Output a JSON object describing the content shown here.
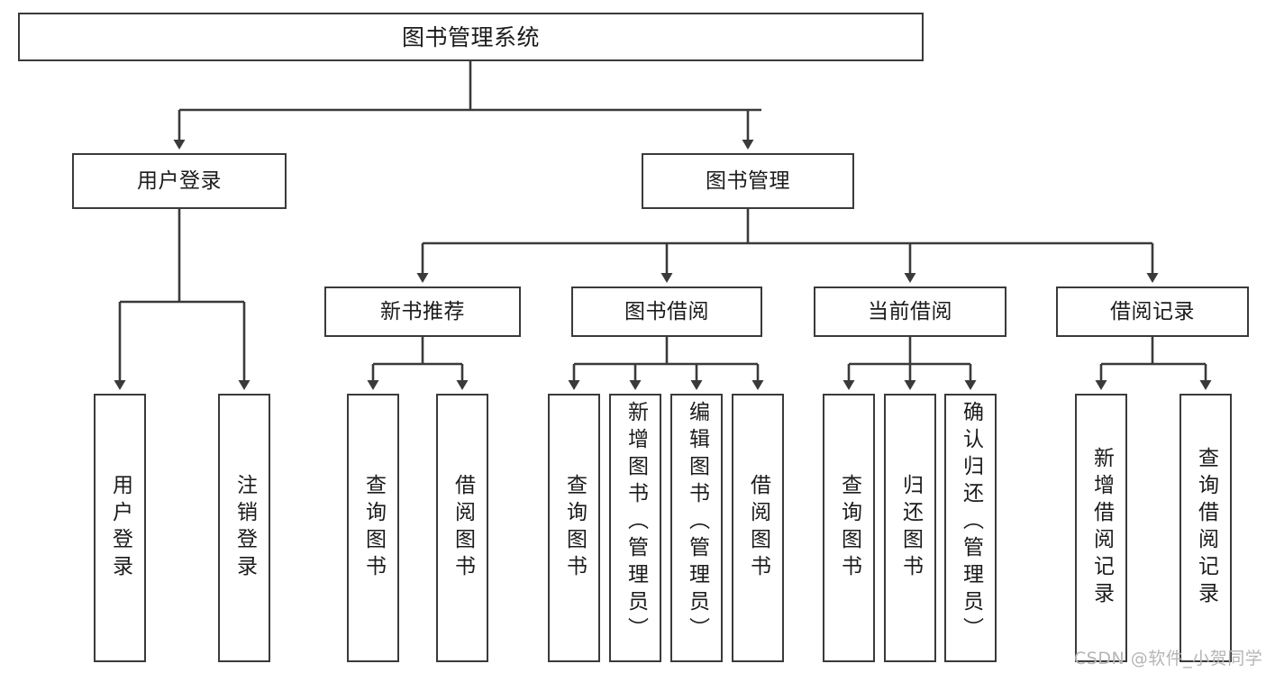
{
  "diagram": {
    "type": "tree-hierarchy",
    "title": "图书管理系统",
    "nodes": {
      "root": {
        "label": "图书管理系统"
      },
      "level2": [
        {
          "label": "用户登录"
        },
        {
          "label": "图书管理"
        }
      ],
      "level3": [
        {
          "label": "新书推荐"
        },
        {
          "label": "图书借阅"
        },
        {
          "label": "当前借阅"
        },
        {
          "label": "借阅记录"
        }
      ],
      "leaves": {
        "user_login": [
          {
            "label": "用户登录"
          },
          {
            "label": "注销登录"
          }
        ],
        "new_book_recommend": [
          {
            "label": "查询图书"
          },
          {
            "label": "借阅图书"
          }
        ],
        "book_borrow": [
          {
            "label": "查询图书"
          },
          {
            "label": "新增图书（管理员）"
          },
          {
            "label": "编辑图书（管理员）"
          },
          {
            "label": "借阅图书"
          }
        ],
        "current_borrow": [
          {
            "label": "查询图书"
          },
          {
            "label": "归还图书"
          },
          {
            "label": "确认归还（管理员）"
          }
        ],
        "borrow_record": [
          {
            "label": "新增借阅记录"
          },
          {
            "label": "查询借阅记录"
          }
        ]
      }
    },
    "watermark": "CSDN @软件_小贺同学",
    "colors": {
      "border": "#3a3a3a",
      "background": "#ffffff",
      "text": "#1b1b1b",
      "connector": "#3a3a3a",
      "watermark": "#b5b5b5"
    }
  }
}
